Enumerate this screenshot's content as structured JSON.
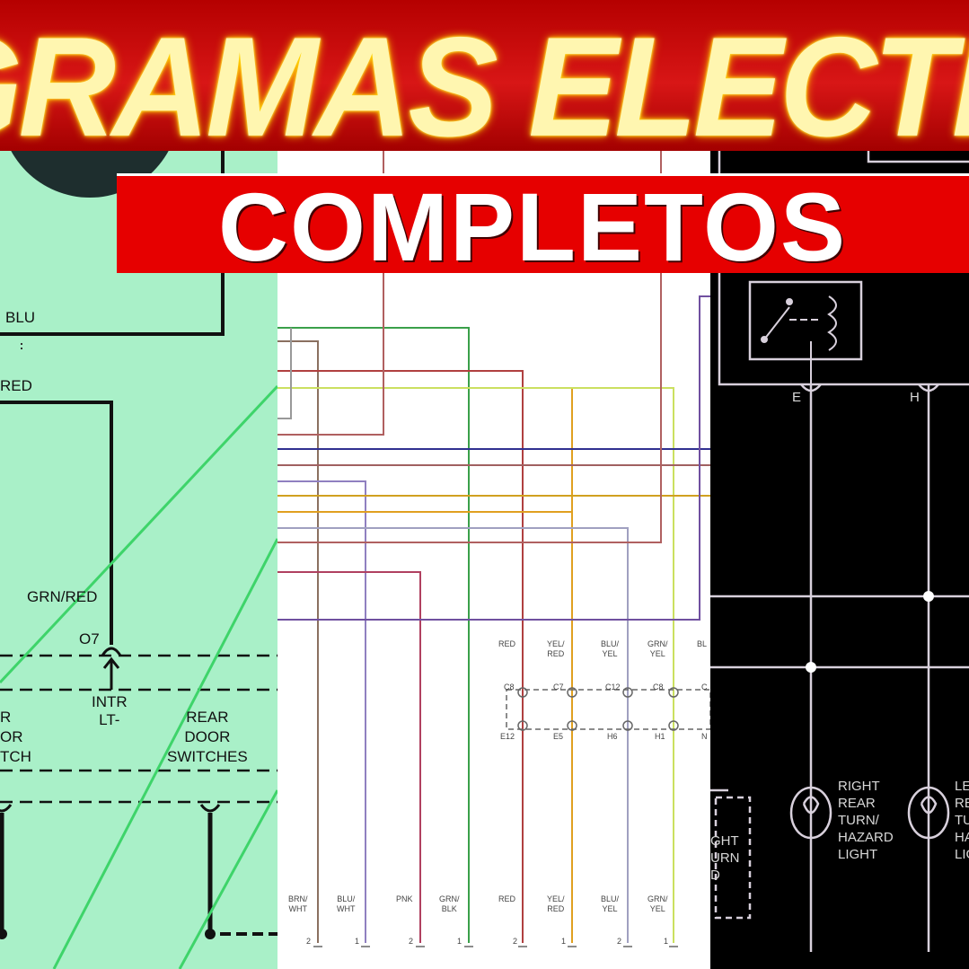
{
  "banner": {
    "title": "GRAMAS ELECTRIC",
    "subtitle": "COMPLETOS"
  },
  "left_panel": {
    "labels": {
      "blu": "BLU",
      "red": "RED",
      "grn_red": "GRN/RED",
      "connector": "O7",
      "intr_lt": "INTR\nLT-",
      "front_door_switch": "R\nOR\nTCH",
      "rear_door_switches": "REAR\nDOOR\nSWITCHES"
    }
  },
  "middle_panel": {
    "top_wires": [
      "RED",
      "YEL/\nRED",
      "BLU/\nYEL",
      "GRN/\nYEL",
      "BL"
    ],
    "connectors_top": [
      "C8",
      "C7",
      "C12",
      "C8",
      "C"
    ],
    "connectors_bottom": [
      "E12",
      "E5",
      "H6",
      "H1",
      "N"
    ],
    "bottom_wires": [
      "BRN/\nWHT",
      "BLU/\nWHT",
      "PNK",
      "GRN/\nBLK",
      "RED",
      "YEL/\nRED",
      "BLU/\nYEL",
      "GRN/\nYEL"
    ],
    "pins": [
      "2",
      "1",
      "2",
      "1",
      "2",
      "1",
      "2",
      "1"
    ]
  },
  "right_panel": {
    "connector_e": "E",
    "connector_h": "H",
    "right_rear_light": "RIGHT\nREAR\nTURN/\nHAZARD\nLIGHT",
    "left_rear_light": "LE\nRE\nTU\nHA\nLIG",
    "box_label": "GHT\nURN\nD"
  },
  "colors": {
    "banner_red": "#d81616",
    "banner_text": "#fff6b0",
    "left_bg": "#a9f0c8",
    "right_bg": "#000000"
  }
}
